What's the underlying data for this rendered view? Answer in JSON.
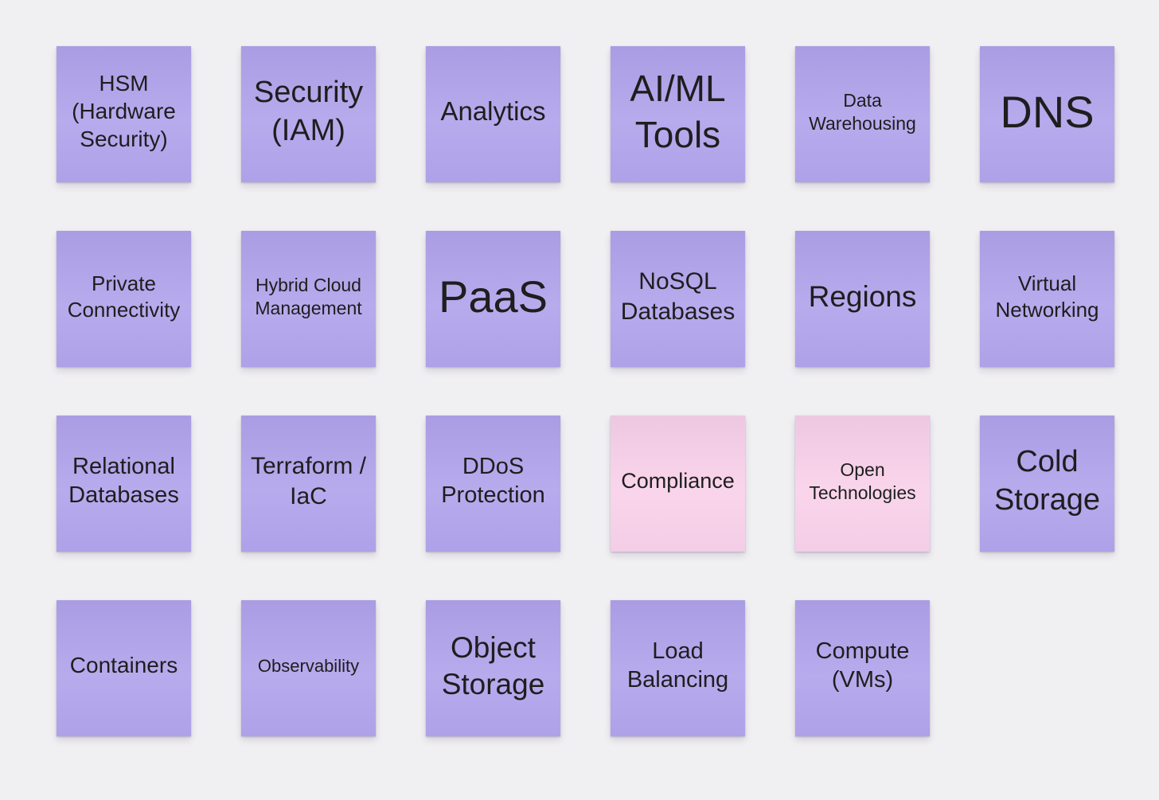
{
  "board": {
    "background_color": "#f0eff1",
    "text_color": "#1e1e1e",
    "colors": {
      "purple": "#b2a5ec",
      "pink": "#f9d2ea"
    },
    "notes": [
      {
        "id": "hsm-hardware-security",
        "label": "HSM (Hardware Security)",
        "color": "purple",
        "font_size": 28
      },
      {
        "id": "security-iam",
        "label": "Security (IAM)",
        "color": "purple",
        "font_size": 38
      },
      {
        "id": "analytics",
        "label": "Analytics",
        "color": "purple",
        "font_size": 33
      },
      {
        "id": "ai-ml-tools",
        "label": "AI/ML Tools",
        "color": "purple",
        "font_size": 46
      },
      {
        "id": "data-warehousing",
        "label": "Data Warehousing",
        "color": "purple",
        "font_size": 23
      },
      {
        "id": "dns",
        "label": "DNS",
        "color": "purple",
        "font_size": 56
      },
      {
        "id": "private-connectivity",
        "label": "Private Connectivity",
        "color": "purple",
        "font_size": 26
      },
      {
        "id": "hybrid-cloud-management",
        "label": "Hybrid Cloud Management",
        "color": "purple",
        "font_size": 23
      },
      {
        "id": "paas",
        "label": "PaaS",
        "color": "purple",
        "font_size": 56
      },
      {
        "id": "nosql-databases",
        "label": "NoSQL Databases",
        "color": "purple",
        "font_size": 30
      },
      {
        "id": "regions",
        "label": "Regions",
        "color": "purple",
        "font_size": 37
      },
      {
        "id": "virtual-networking",
        "label": "Virtual Networking",
        "color": "purple",
        "font_size": 26
      },
      {
        "id": "relational-databases",
        "label": "Relational Databases",
        "color": "purple",
        "font_size": 29
      },
      {
        "id": "terraform-iac",
        "label": "Terraform / IaC",
        "color": "purple",
        "font_size": 30
      },
      {
        "id": "ddos-protection",
        "label": "DDoS Protection",
        "color": "purple",
        "font_size": 29
      },
      {
        "id": "compliance",
        "label": "Compliance",
        "color": "pink",
        "font_size": 27
      },
      {
        "id": "open-technologies",
        "label": "Open Technologies",
        "color": "pink",
        "font_size": 23
      },
      {
        "id": "cold-storage",
        "label": "Cold Storage",
        "color": "purple",
        "font_size": 38
      },
      {
        "id": "containers",
        "label": "Containers",
        "color": "purple",
        "font_size": 28
      },
      {
        "id": "observability",
        "label": "Observability",
        "color": "purple",
        "font_size": 22
      },
      {
        "id": "object-storage",
        "label": "Object Storage",
        "color": "purple",
        "font_size": 37
      },
      {
        "id": "load-balancing",
        "label": "Load Balancing",
        "color": "purple",
        "font_size": 29
      },
      {
        "id": "compute-vms",
        "label": "Compute (VMs)",
        "color": "purple",
        "font_size": 29
      }
    ]
  }
}
